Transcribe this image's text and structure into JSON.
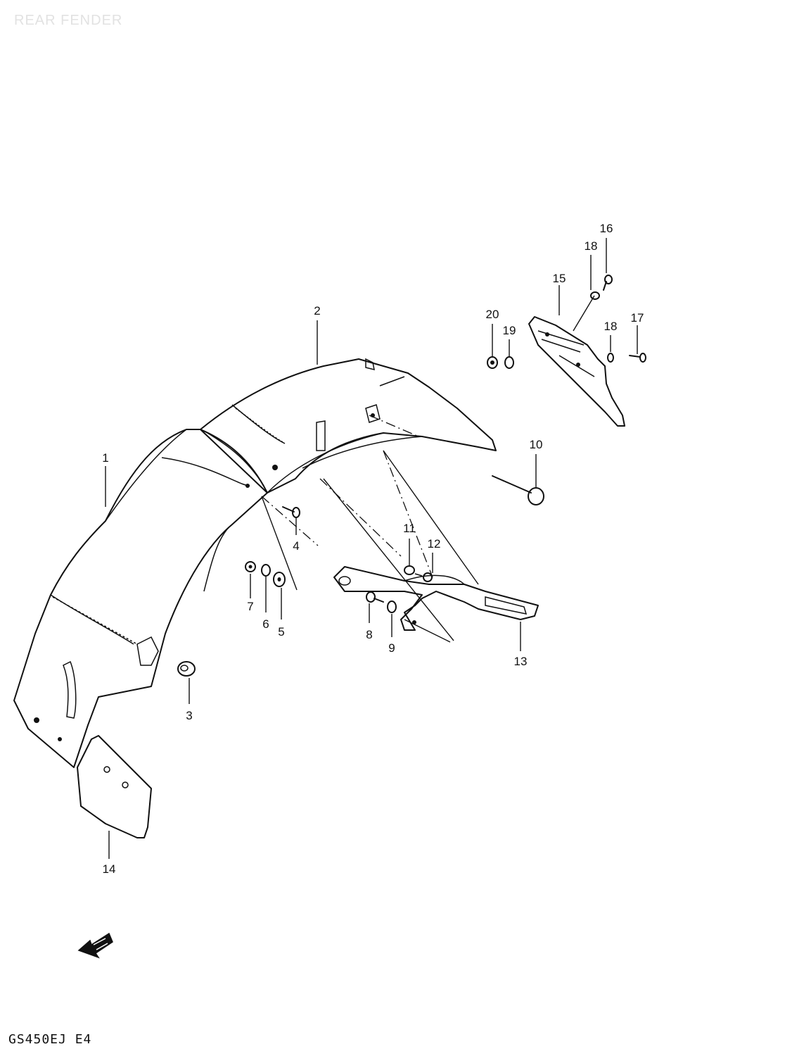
{
  "header": {
    "title": "REAR FENDER"
  },
  "footer": {
    "model_code": "GS450EJ E4"
  },
  "callouts": [
    {
      "id": "1",
      "label": "1"
    },
    {
      "id": "2",
      "label": "2"
    },
    {
      "id": "3",
      "label": "3"
    },
    {
      "id": "4",
      "label": "4"
    },
    {
      "id": "5",
      "label": "5"
    },
    {
      "id": "6",
      "label": "6"
    },
    {
      "id": "7",
      "label": "7"
    },
    {
      "id": "8",
      "label": "8"
    },
    {
      "id": "9",
      "label": "9"
    },
    {
      "id": "10",
      "label": "10"
    },
    {
      "id": "11",
      "label": "11"
    },
    {
      "id": "12",
      "label": "12"
    },
    {
      "id": "13",
      "label": "13"
    },
    {
      "id": "14",
      "label": "14"
    },
    {
      "id": "15",
      "label": "15"
    },
    {
      "id": "16",
      "label": "16"
    },
    {
      "id": "17",
      "label": "17"
    },
    {
      "id": "18a",
      "label": "18"
    },
    {
      "id": "18b",
      "label": "18"
    },
    {
      "id": "19",
      "label": "19"
    },
    {
      "id": "20",
      "label": "20"
    }
  ],
  "icons": {
    "front_arrow": "front-direction-arrow-icon"
  }
}
